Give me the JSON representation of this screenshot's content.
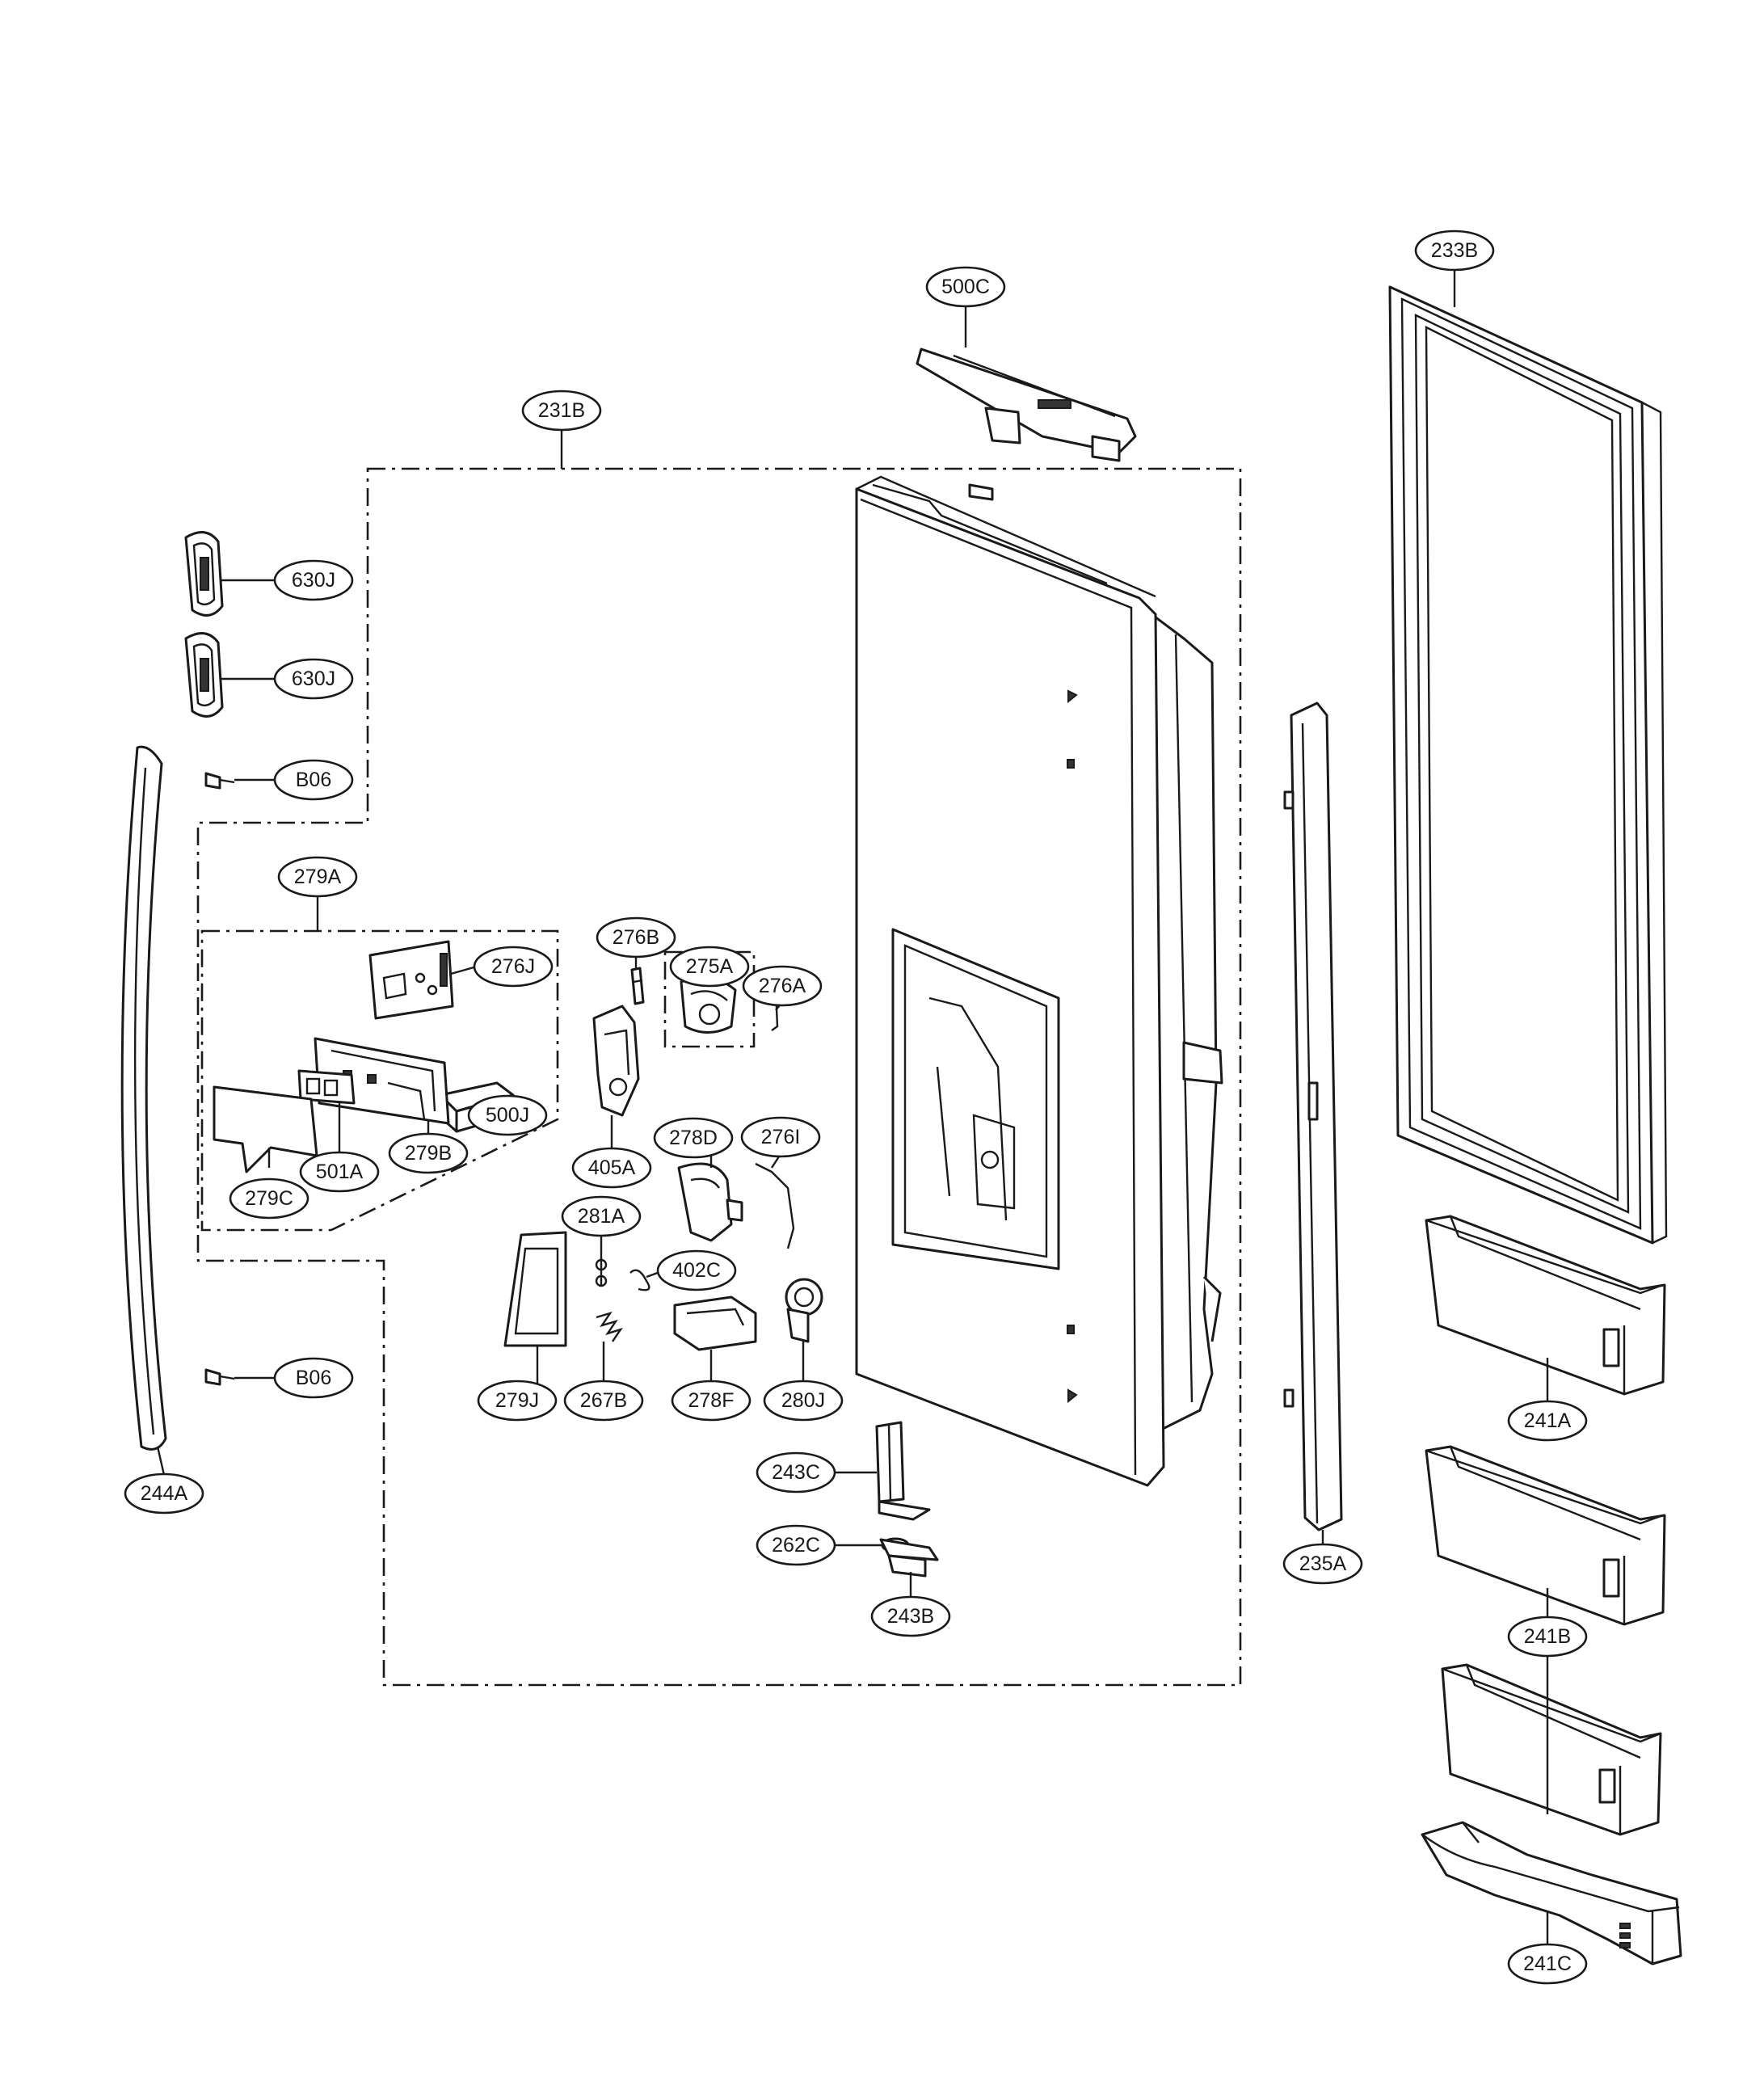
{
  "callouts": [
    {
      "id": "c-500c",
      "label": "500C"
    },
    {
      "id": "c-233b",
      "label": "233B"
    },
    {
      "id": "c-231b",
      "label": "231B"
    },
    {
      "id": "c-630j-a",
      "label": "630J"
    },
    {
      "id": "c-630j-b",
      "label": "630J"
    },
    {
      "id": "c-b06-a",
      "label": "B06"
    },
    {
      "id": "c-279a",
      "label": "279A"
    },
    {
      "id": "c-276j",
      "label": "276J"
    },
    {
      "id": "c-500j",
      "label": "500J"
    },
    {
      "id": "c-279b",
      "label": "279B"
    },
    {
      "id": "c-501a",
      "label": "501A"
    },
    {
      "id": "c-279c",
      "label": "279C"
    },
    {
      "id": "c-276b",
      "label": "276B"
    },
    {
      "id": "c-275a",
      "label": "275A"
    },
    {
      "id": "c-276a",
      "label": "276A"
    },
    {
      "id": "c-405a",
      "label": "405A"
    },
    {
      "id": "c-278d",
      "label": "278D"
    },
    {
      "id": "c-276i",
      "label": "276I"
    },
    {
      "id": "c-281a",
      "label": "281A"
    },
    {
      "id": "c-402c",
      "label": "402C"
    },
    {
      "id": "c-279j",
      "label": "279J"
    },
    {
      "id": "c-267b",
      "label": "267B"
    },
    {
      "id": "c-278f",
      "label": "278F"
    },
    {
      "id": "c-280j",
      "label": "280J"
    },
    {
      "id": "c-b06-b",
      "label": "B06"
    },
    {
      "id": "c-244a",
      "label": "244A"
    },
    {
      "id": "c-243c",
      "label": "243C"
    },
    {
      "id": "c-262c",
      "label": "262C"
    },
    {
      "id": "c-243b",
      "label": "243B"
    },
    {
      "id": "c-235a",
      "label": "235A"
    },
    {
      "id": "c-241a",
      "label": "241A"
    },
    {
      "id": "c-241b",
      "label": "241B"
    },
    {
      "id": "c-241c",
      "label": "241C"
    }
  ]
}
